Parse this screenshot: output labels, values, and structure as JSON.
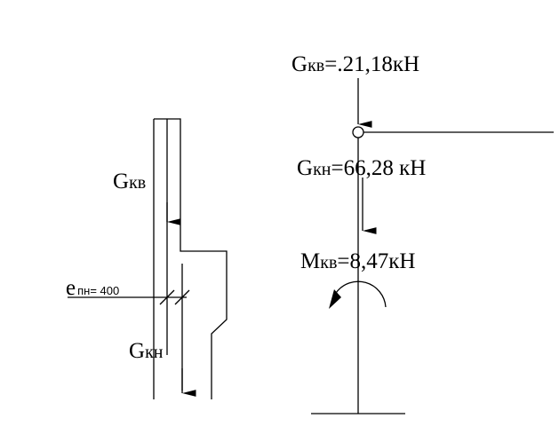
{
  "left_column": {
    "load_upper": {
      "symbol": "G",
      "subscript": "кв"
    },
    "load_lower": {
      "symbol": "G",
      "subscript": "кн"
    },
    "eccentricity": {
      "symbol": "e",
      "subscript": "пн",
      "value_text": "= 400"
    }
  },
  "right_scheme": {
    "upper_load": {
      "symbol": "G",
      "subscript": "кв",
      "value_text": "=.21,18кН"
    },
    "lower_load": {
      "symbol": "G",
      "subscript": "кн",
      "value_text": "=66,28 кН"
    },
    "moment": {
      "symbol": "M",
      "subscript": "кв",
      "value_text": "=8,47кН"
    }
  }
}
